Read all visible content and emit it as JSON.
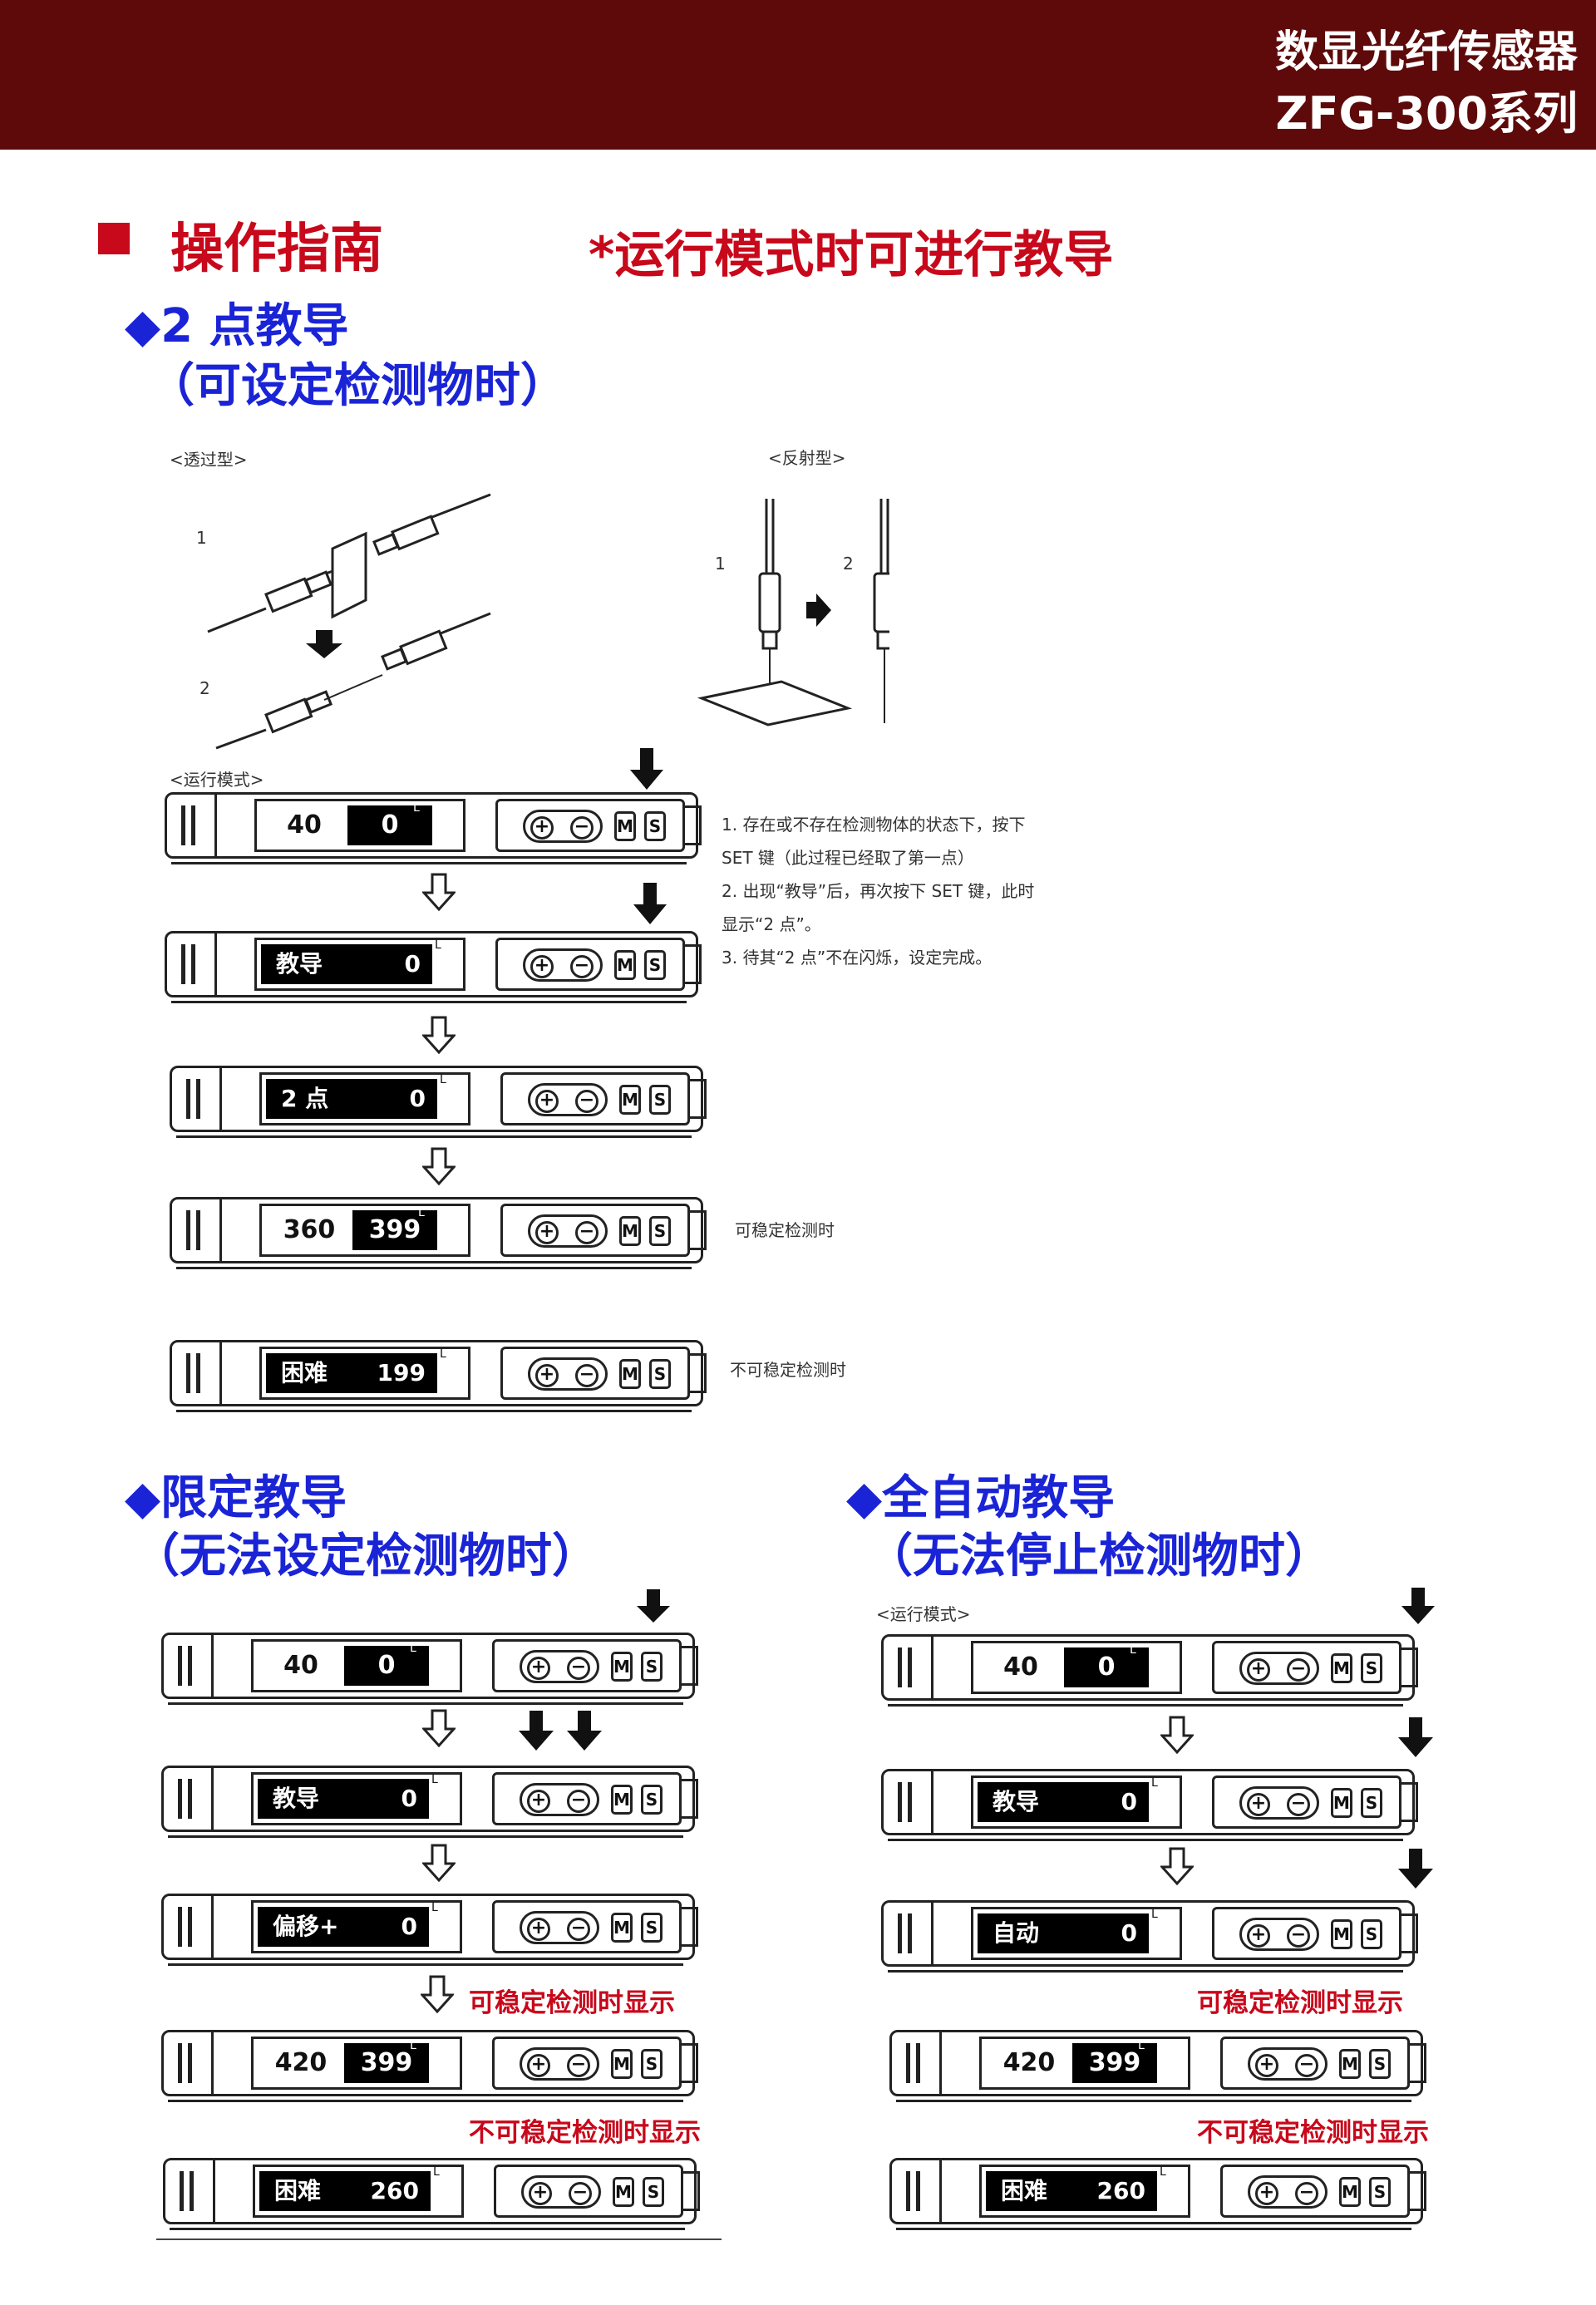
{
  "header": {
    "title_line1": "数显光纤传感器",
    "title_line2": "ZFG-300系列",
    "color": "#5e0a0a"
  },
  "section": {
    "title": "操作指南",
    "note": "*运行模式时可进行教导",
    "accent": "#c8081b"
  },
  "two_point": {
    "heading": "◆2 点教导",
    "subheading": "（可设定检测物时）",
    "label_through": "<透过型>",
    "label_reflect": "<反射型>",
    "label_run": "<运行模式>",
    "step1": "1",
    "step2": "2",
    "r_step1": "1",
    "r_step2": "2",
    "instructions": [
      "1. 存在或不存在检测物体的状态下，按下",
      "SET 键（此过程已经取了第一点）",
      "2. 出现“教导”后，再次按下 SET 键，此时",
      "显示“2 点”。",
      "3. 待其“2 点”不在闪烁，设定完成。"
    ],
    "stable_note": "可稳定检测时",
    "unstable_note": "不可稳定检测时",
    "devices": [
      {
        "left": "40",
        "right": "0"
      },
      {
        "label": "教导",
        "value": "0"
      },
      {
        "label": "2 点",
        "value": "0"
      },
      {
        "left": "360",
        "right": "399"
      },
      {
        "label": "困难",
        "value": "199"
      }
    ]
  },
  "limited": {
    "heading": "◆限定教导",
    "subheading": "（无法设定检测物时）",
    "stable_label": "可稳定检测时显示",
    "unstable_label": "不可稳定检测时显示",
    "devices": [
      {
        "left": "40",
        "right": "0"
      },
      {
        "label": "教导",
        "value": "0"
      },
      {
        "label": "偏移+",
        "value": "0"
      },
      {
        "left": "420",
        "right": "399"
      },
      {
        "label": "困难",
        "value": "260"
      }
    ]
  },
  "auto": {
    "heading": "◆全自动教导",
    "subheading": "（无法停止检测物时）",
    "label_run": "<运行模式>",
    "stable_label": "可稳定检测时显示",
    "unstable_label": "不可稳定检测时显示",
    "devices": [
      {
        "left": "40",
        "right": "0"
      },
      {
        "label": "教导",
        "value": "0"
      },
      {
        "label": "自动",
        "value": "0"
      },
      {
        "left": "420",
        "right": "399"
      },
      {
        "label": "困难",
        "value": "260"
      }
    ]
  },
  "keys": {
    "plus": "+",
    "minus": "−",
    "m": "M",
    "s": "S",
    "l": "L"
  },
  "subheading_color": "#1a24d6"
}
